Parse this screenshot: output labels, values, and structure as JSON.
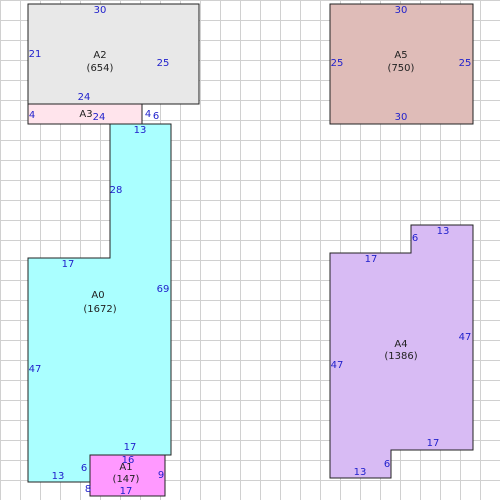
{
  "colors": {
    "grid": "#d0d0d0",
    "outline": "#222222",
    "dimension_text": "#2222cc",
    "label_text": "#222222"
  },
  "areas": [
    {
      "id": "A0",
      "name": "A0",
      "area": "(1672)",
      "fill": "#aaffff",
      "dimensions": [
        "13",
        "28",
        "17",
        "69",
        "47",
        "17",
        "13",
        "6"
      ]
    },
    {
      "id": "A1",
      "name": "A1",
      "area": "(147)",
      "fill": "#ff99ff",
      "dimensions": [
        "16",
        "9",
        "17",
        "8"
      ]
    },
    {
      "id": "A2",
      "name": "A2",
      "area": "(654)",
      "fill": "#e8e8e8",
      "dimensions": [
        "30",
        "21",
        "25",
        "24",
        "6"
      ]
    },
    {
      "id": "A3",
      "name": "A3",
      "area": "",
      "fill": "#ffe4ec",
      "dimensions": [
        "4",
        "24",
        "4"
      ]
    },
    {
      "id": "A4",
      "name": "A4",
      "area": "(1386)",
      "fill": "#d8bbf4",
      "dimensions": [
        "6",
        "13",
        "17",
        "47",
        "47",
        "17",
        "13",
        "6"
      ]
    },
    {
      "id": "A5",
      "name": "A5",
      "area": "(750)",
      "fill": "#dfbcb8",
      "dimensions": [
        "30",
        "25",
        "25",
        "30"
      ]
    }
  ]
}
